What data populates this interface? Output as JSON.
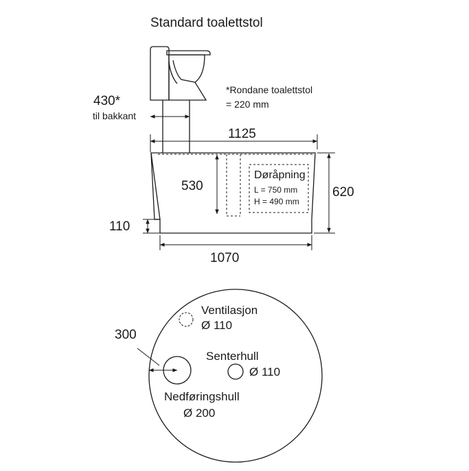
{
  "title": "Standard toalettstol",
  "note": {
    "line1": "*Rondane toalettstol",
    "line2": "= 220 mm"
  },
  "side_view": {
    "dim_430": "430*",
    "dim_430_sub": "til bakkant",
    "dim_1125": "1125",
    "dim_530": "530",
    "dim_620": "620",
    "dim_110": "110",
    "dim_1070": "1070",
    "door": {
      "title": "Døråpning",
      "length": "L = 750 mm",
      "height": "H = 490 mm"
    }
  },
  "top_view": {
    "dim_300": "300",
    "ventilation": {
      "name": "Ventilasjon",
      "diameter": "Ø 110"
    },
    "center_hole": {
      "name": "Senterhull",
      "diameter": "Ø 110"
    },
    "drop_hole": {
      "name": "Nedføringshull",
      "diameter": "Ø 200"
    }
  }
}
